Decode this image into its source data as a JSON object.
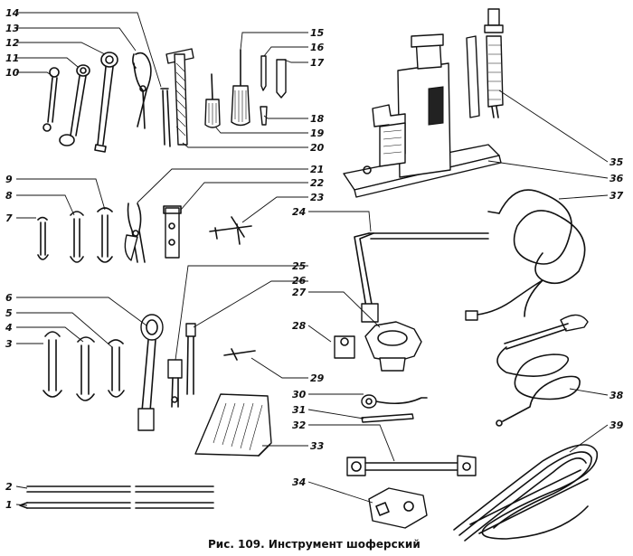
{
  "caption": "Рис. 109. Инструмент шоферский",
  "numbers": {
    "n1": "1",
    "n2": "2",
    "n3": "3",
    "n4": "4",
    "n5": "5",
    "n6": "6",
    "n7": "7",
    "n8": "8",
    "n9": "9",
    "n10": "10",
    "n11": "11",
    "n12": "12",
    "n13": "13",
    "n14": "14",
    "n15": "15",
    "n16": "16",
    "n17": "17",
    "n18": "18",
    "n19": "19",
    "n20": "20",
    "n21": "21",
    "n22": "22",
    "n23": "23",
    "n24": "24",
    "n25": "25",
    "n26": "26",
    "n27": "27",
    "n28": "28",
    "n29": "29",
    "n30": "30",
    "n31": "31",
    "n32": "32",
    "n33": "33",
    "n34": "34",
    "n35": "35",
    "n36": "36",
    "n37": "37",
    "n38": "38",
    "n39": "39"
  }
}
